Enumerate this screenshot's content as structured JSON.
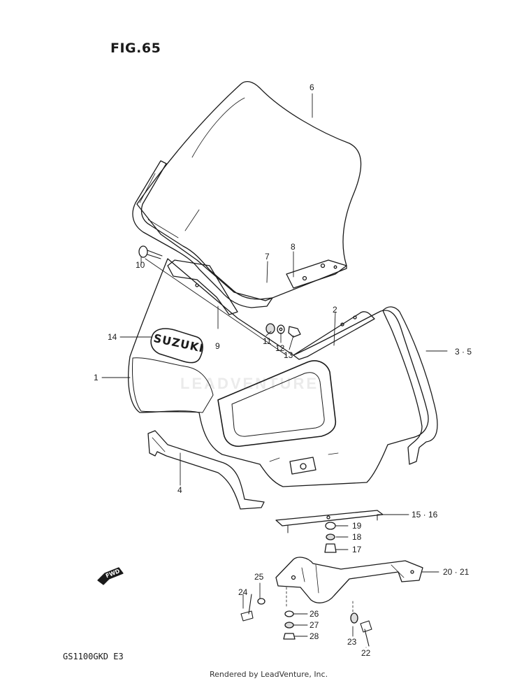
{
  "figure": {
    "title": "FIG.65"
  },
  "model_code": "GS1100GKD E3",
  "credit": "Rendered by LeadVenture, Inc.",
  "watermark": "LEADVENTURE",
  "emblem_text": "SUZUKI",
  "direction_arrow": "FWD",
  "colors": {
    "ink": "#1a1a1a",
    "paper": "#ffffff",
    "watermark": "#ebebeb"
  },
  "callouts": [
    {
      "id": "c1",
      "label": "1"
    },
    {
      "id": "c2",
      "label": "2"
    },
    {
      "id": "c3",
      "label": "3 · 5"
    },
    {
      "id": "c4",
      "label": "4"
    },
    {
      "id": "c6",
      "label": "6"
    },
    {
      "id": "c7",
      "label": "7"
    },
    {
      "id": "c8",
      "label": "8"
    },
    {
      "id": "c9",
      "label": "9"
    },
    {
      "id": "c10",
      "label": "10"
    },
    {
      "id": "c11",
      "label": "11"
    },
    {
      "id": "c12",
      "label": "12"
    },
    {
      "id": "c13",
      "label": "13"
    },
    {
      "id": "c14",
      "label": "14"
    },
    {
      "id": "c15",
      "label": "15 · 16"
    },
    {
      "id": "c17",
      "label": "17"
    },
    {
      "id": "c18",
      "label": "18"
    },
    {
      "id": "c19",
      "label": "19"
    },
    {
      "id": "c20",
      "label": "20 · 21"
    },
    {
      "id": "c22",
      "label": "22"
    },
    {
      "id": "c23",
      "label": "23"
    },
    {
      "id": "c24",
      "label": "24"
    },
    {
      "id": "c25",
      "label": "25"
    },
    {
      "id": "c26",
      "label": "26"
    },
    {
      "id": "c27",
      "label": "27"
    },
    {
      "id": "c28",
      "label": "28"
    }
  ]
}
